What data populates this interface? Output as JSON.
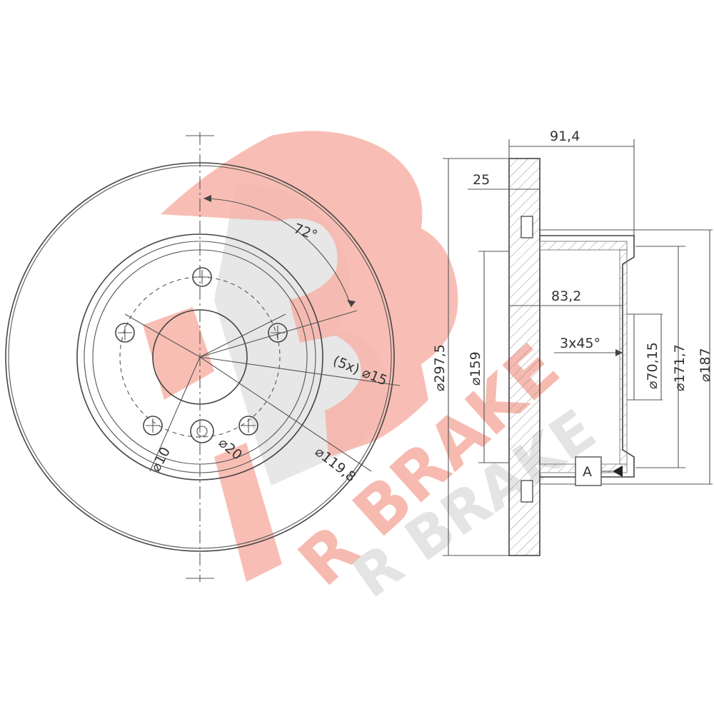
{
  "watermark": {
    "brand_text": "R BRAKE",
    "colors": {
      "primary": "#f7b3a8",
      "shadow": "#c8c8c8"
    }
  },
  "front_view": {
    "angle_label": "72°",
    "bolt_hole_label": "(5x) ⌀15",
    "pcd_label": "⌀119,8",
    "pin_hole_label": "⌀10",
    "hole_label_20": "⌀20"
  },
  "section_view": {
    "overall_width_label": "91,4",
    "disc_thickness_label": "25",
    "hat_depth_label": "83,2",
    "chamfer_label": "3x45°",
    "outer_diameter_label": "⌀297,5",
    "inner_friction_diameter_label": "⌀159",
    "center_bore_label": "⌀70,15",
    "hat_diameter_label": "⌀171,7",
    "flange_diameter_label": "⌀187",
    "datum_label": "A"
  }
}
